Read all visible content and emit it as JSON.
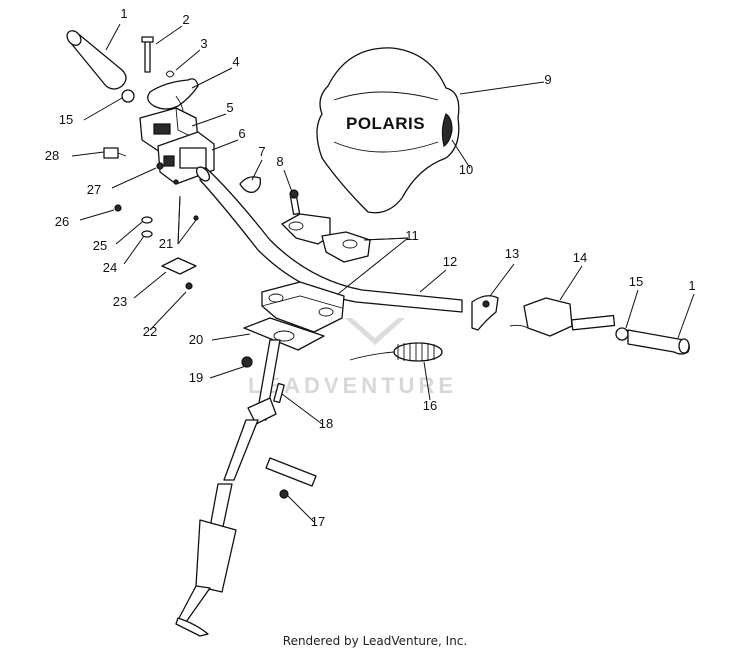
{
  "diagram": {
    "callouts": [
      {
        "id": "c1a",
        "text": "1"
      },
      {
        "id": "c2",
        "text": "2"
      },
      {
        "id": "c3",
        "text": "3"
      },
      {
        "id": "c4",
        "text": "4"
      },
      {
        "id": "c5",
        "text": "5"
      },
      {
        "id": "c6",
        "text": "6"
      },
      {
        "id": "c7",
        "text": "7"
      },
      {
        "id": "c8",
        "text": "8"
      },
      {
        "id": "c9",
        "text": "9"
      },
      {
        "id": "c10",
        "text": "10"
      },
      {
        "id": "c11",
        "text": "11"
      },
      {
        "id": "c12",
        "text": "12"
      },
      {
        "id": "c13",
        "text": "13"
      },
      {
        "id": "c14",
        "text": "14"
      },
      {
        "id": "c15a",
        "text": "15"
      },
      {
        "id": "c15b",
        "text": "15"
      },
      {
        "id": "c1b",
        "text": "1"
      },
      {
        "id": "c16",
        "text": "16"
      },
      {
        "id": "c17",
        "text": "17"
      },
      {
        "id": "c18",
        "text": "18"
      },
      {
        "id": "c19",
        "text": "19"
      },
      {
        "id": "c20",
        "text": "20"
      },
      {
        "id": "c21",
        "text": "21"
      },
      {
        "id": "c22",
        "text": "22"
      },
      {
        "id": "c23",
        "text": "23"
      },
      {
        "id": "c24",
        "text": "24"
      },
      {
        "id": "c25",
        "text": "25"
      },
      {
        "id": "c26",
        "text": "26"
      },
      {
        "id": "c27",
        "text": "27"
      },
      {
        "id": "c28",
        "text": "28"
      }
    ],
    "brand_label": "POLARIS",
    "watermark": "LEADVENTURE"
  },
  "footer": {
    "text": "Rendered by LeadVenture, Inc."
  }
}
